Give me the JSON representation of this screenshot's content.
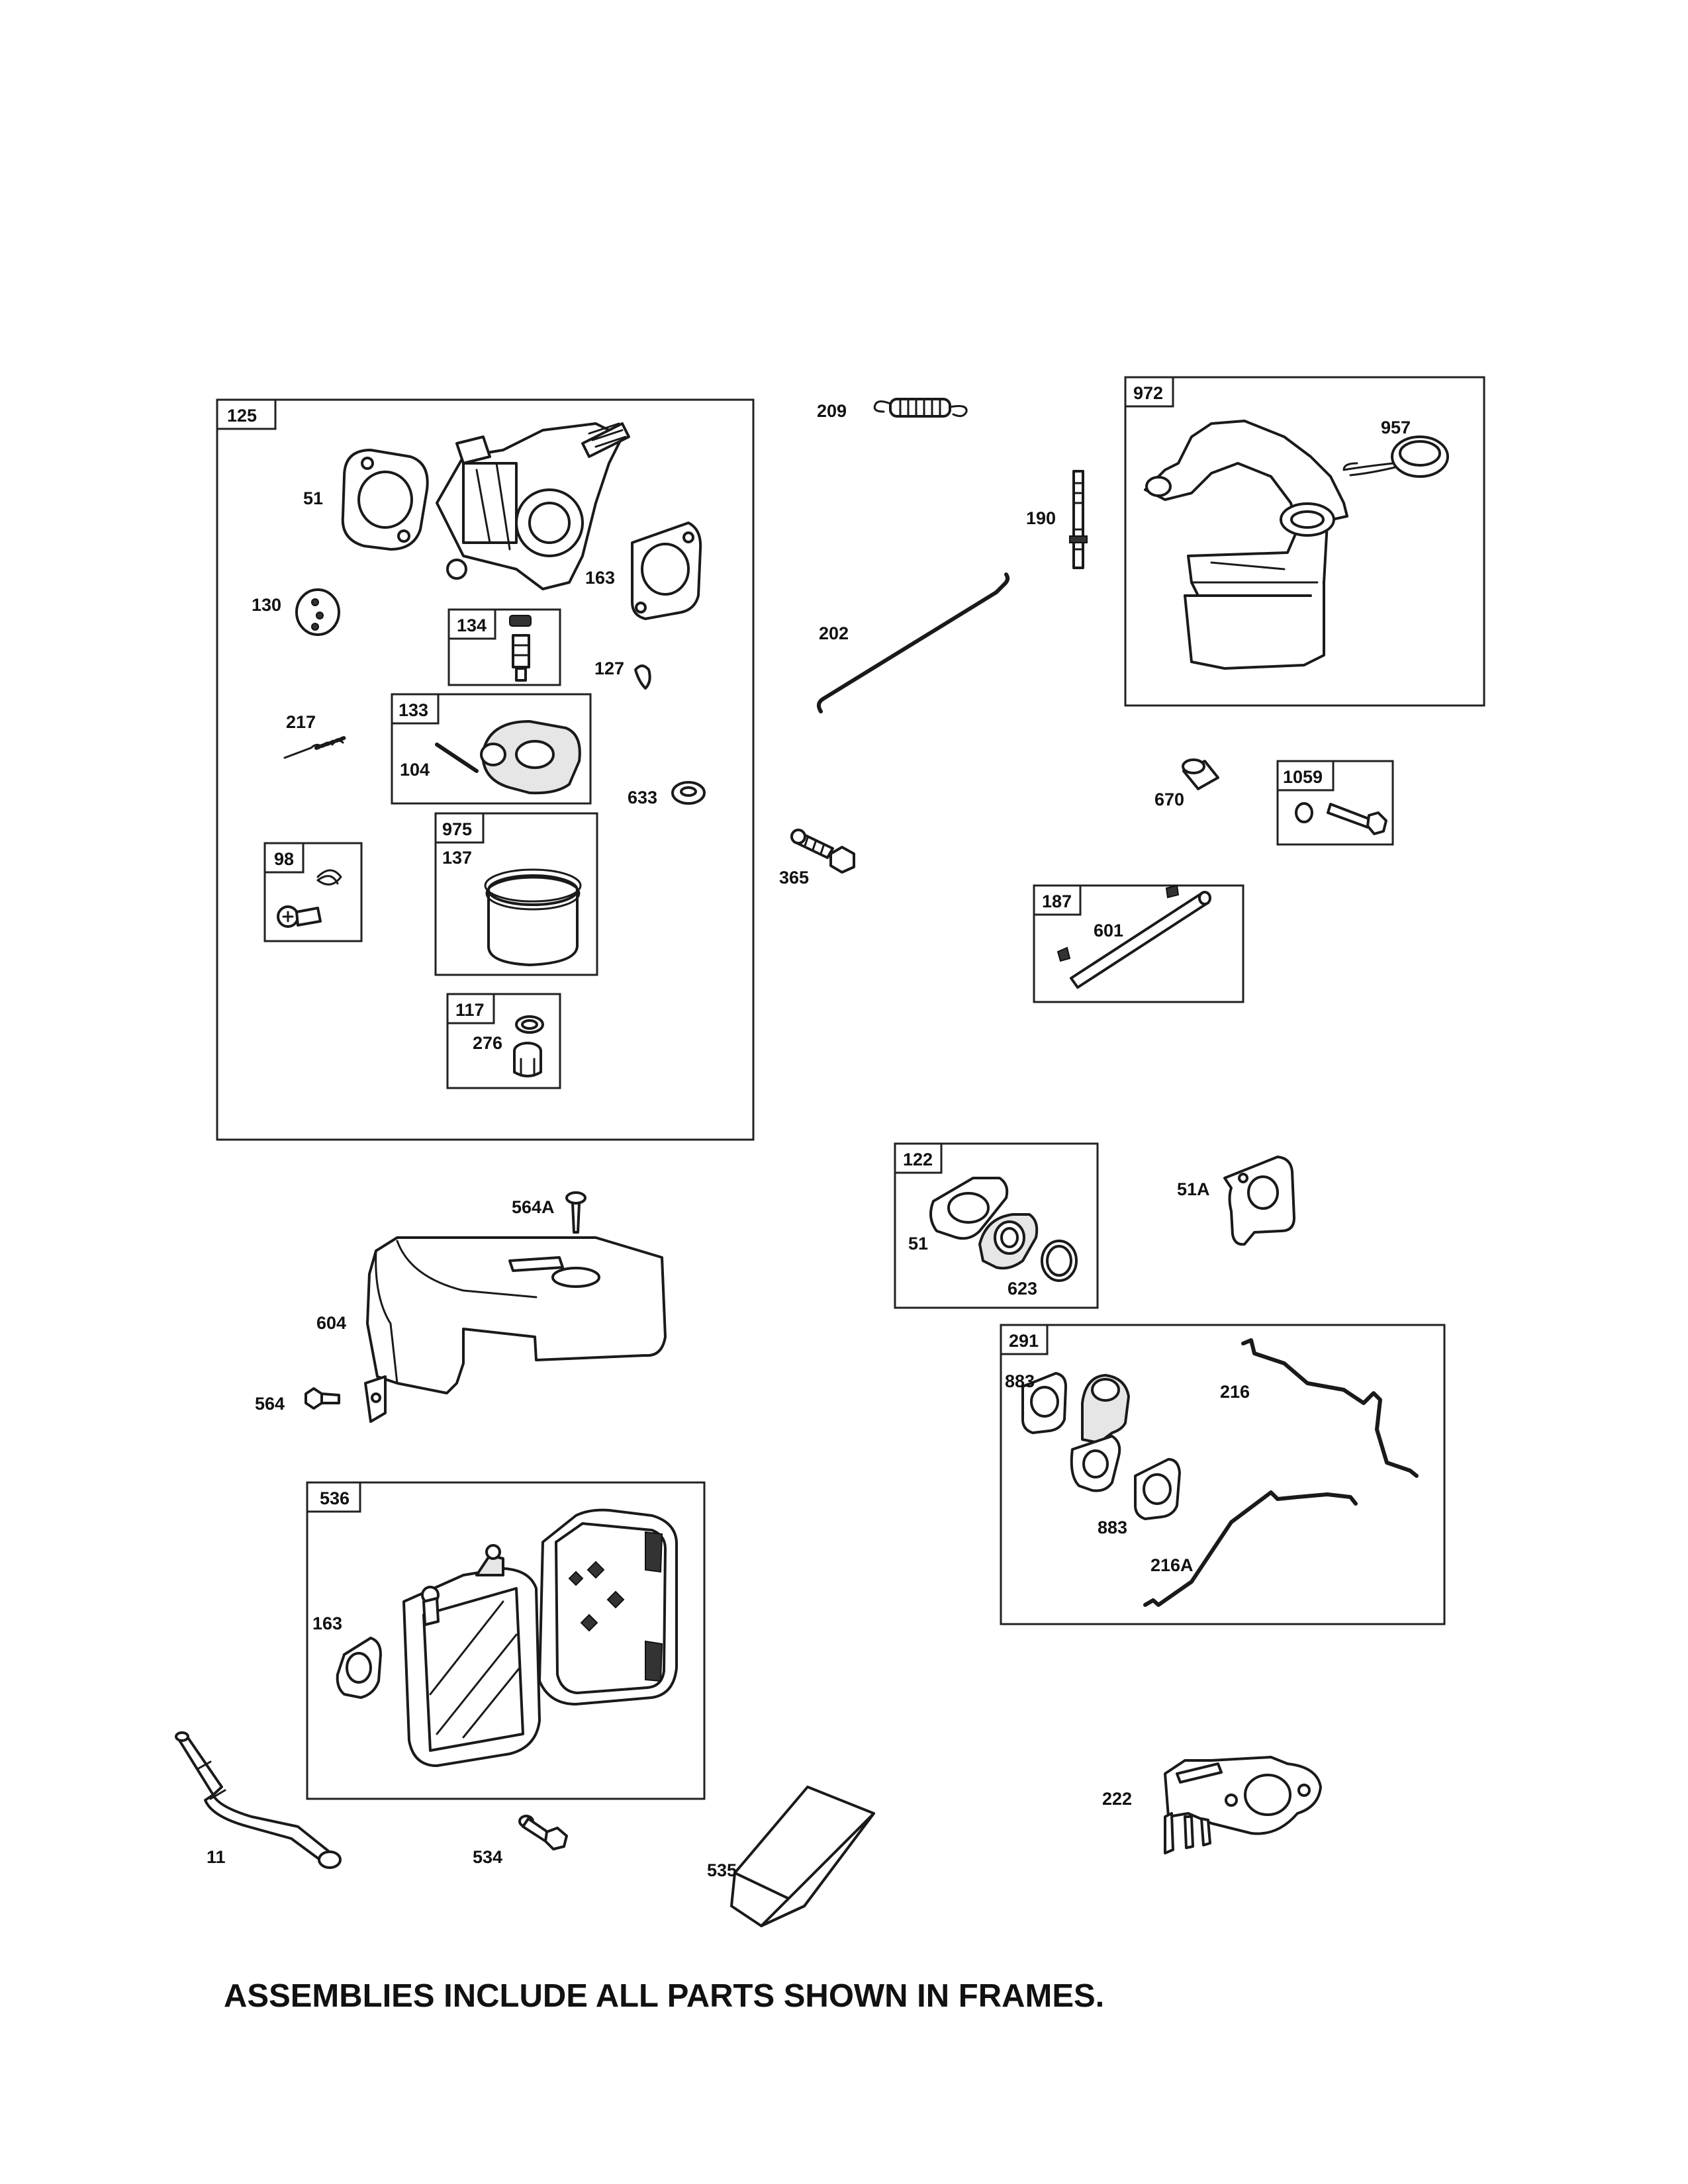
{
  "footer_note": "ASSEMBLIES INCLUDE ALL PARTS SHOWN IN FRAMES.",
  "frames": {
    "f125": "125",
    "f134": "134",
    "f133": "133",
    "f98": "98",
    "f975": "975",
    "f117": "117",
    "f972": "972",
    "f1059": "1059",
    "f187": "187",
    "f122": "122",
    "f291": "291",
    "f536": "536"
  },
  "parts": {
    "p51": "51",
    "p163": "163",
    "p130": "130",
    "p127": "127",
    "p217": "217",
    "p104": "104",
    "p633": "633",
    "p137": "137",
    "p276": "276",
    "p209": "209",
    "p190": "190",
    "p202": "202",
    "p957": "957",
    "p365": "365",
    "p670": "670",
    "p601": "601",
    "p564A": "564A",
    "p604": "604",
    "p564": "564",
    "p51b": "51",
    "p623": "623",
    "p51A": "51A",
    "p883": "883",
    "p216": "216",
    "p883b": "883",
    "p216A": "216A",
    "p163b": "163",
    "p11": "11",
    "p534": "534",
    "p535": "535",
    "p222": "222"
  }
}
